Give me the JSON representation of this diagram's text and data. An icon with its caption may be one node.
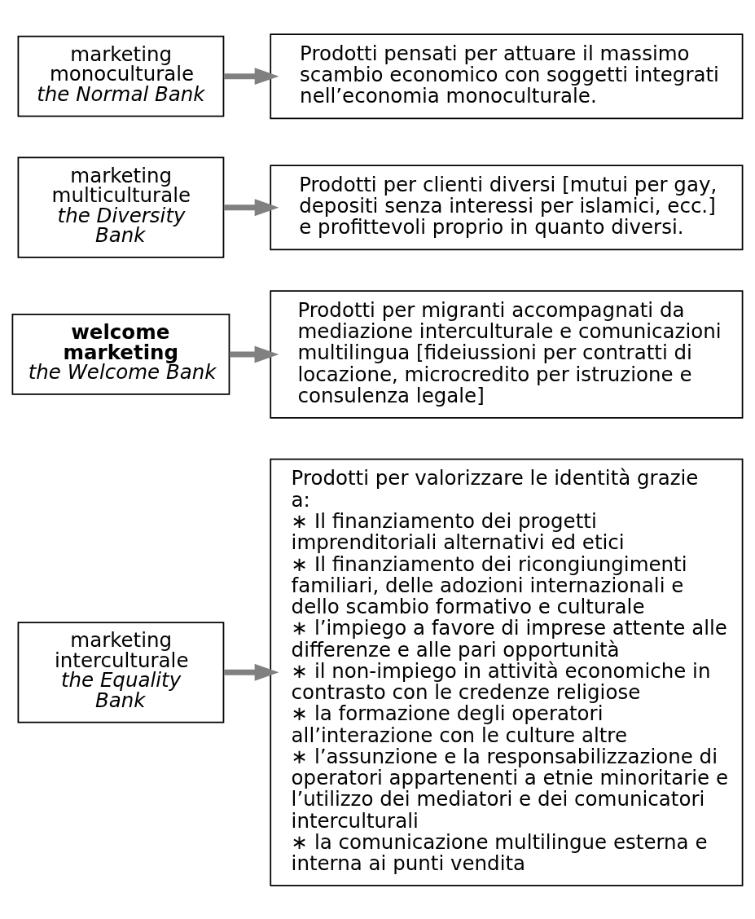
{
  "diagram": {
    "nodes": [
      {
        "text": [
          "marketing monoculturale",
          "the Normal Bank"
        ]
      },
      {
        "text": [
          "Prodotti pensati per attuare il massimo scambio economico con soggetti integrati nell’economia monoculturale."
        ]
      },
      {
        "text": [
          "marketing multiculturale",
          "the Diversity Bank"
        ]
      },
      {
        "text": [
          "Prodotti per clienti diversi [mutui per gay, depositi senza interessi per islamici, ecc.] e profittevoli proprio in quanto diversi."
        ]
      },
      {
        "text": [
          "welcome marketing",
          "the Welcome Bank"
        ]
      },
      {
        "text": [
          "Prodotti per migranti accompagnati da mediazione interculturale e comunicazioni multilingua [fideiussioni per contratti di locazione, microcredito per istruzione e consulenza legale]"
        ]
      },
      {
        "text": [
          "marketing interculturale",
          "the Equality  Bank"
        ]
      },
      {
        "text": [
          "Prodotti per valorizzare le identità grazie a:",
          "∗ Il finanziamento dei progetti imprenditoriali alternativi ed etici",
          "∗ Il finanziamento dei ricongiungimenti familiari, delle adozioni internazionali e dello scambio formativo e culturale",
          "∗ l’impiego a favore di imprese attente alle differenze e alle pari opportunità",
          "∗ il non-impiego in attività economiche in contrasto con le credenze religiose",
          "∗ la formazione degli operatori all’interazione con le culture altre",
          "∗ l’assunzione e la responsabilizzazione di operatori appartenenti a etnie minoritarie e l’utilizzo dei mediatori e dei comunicatori interculturali",
          "∗ la comunicazione multilingue esterna e interna ai punti vendita"
        ]
      }
    ],
    "edges": [
      {
        "from": 0,
        "to": 1,
        "arrow": "to"
      },
      {
        "from": 2,
        "to": 3,
        "arrow": "to"
      },
      {
        "from": 4,
        "to": 5,
        "arrow": "to"
      },
      {
        "from": 6,
        "to": 7,
        "arrow": "to"
      }
    ]
  }
}
